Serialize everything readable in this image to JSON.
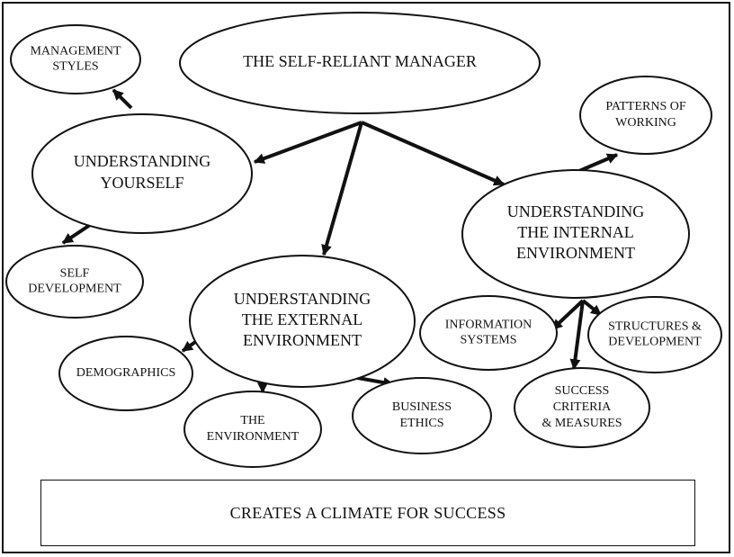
{
  "diagram": {
    "nodes": {
      "root": [
        "THE SELF-RELIANT MANAGER"
      ],
      "yourself": [
        "UNDERSTANDING",
        "YOURSELF"
      ],
      "external": [
        "UNDERSTANDING",
        "THE EXTERNAL",
        "ENVIRONMENT"
      ],
      "internal": [
        "UNDERSTANDING",
        "THE INTERNAL",
        "ENVIRONMENT"
      ],
      "management_styles": [
        "MANAGEMENT",
        "STYLES"
      ],
      "self_development": [
        "SELF",
        "DEVELOPMENT"
      ],
      "demographics": [
        "DEMOGRAPHICS"
      ],
      "the_environment": [
        "THE",
        "ENVIRONMENT"
      ],
      "business_ethics": [
        "BUSINESS",
        "ETHICS"
      ],
      "patterns_of_working": [
        "PATTERNS OF",
        "WORKING"
      ],
      "information_systems": [
        "INFORMATION",
        "SYSTEMS"
      ],
      "structures_development": [
        "STRUCTURES &",
        "DEVELOPMENT"
      ],
      "success_criteria": [
        "SUCCESS",
        "CRITERIA",
        "& MEASURES"
      ]
    },
    "edges": [
      [
        "root",
        "yourself"
      ],
      [
        "root",
        "external"
      ],
      [
        "root",
        "internal"
      ],
      [
        "yourself",
        "management_styles"
      ],
      [
        "yourself",
        "self_development"
      ],
      [
        "external",
        "demographics"
      ],
      [
        "external",
        "the_environment"
      ],
      [
        "external",
        "business_ethics"
      ],
      [
        "internal",
        "patterns_of_working"
      ],
      [
        "internal",
        "information_systems"
      ],
      [
        "internal",
        "structures_development"
      ],
      [
        "internal",
        "success_criteria"
      ]
    ],
    "footer": "CREATES A CLIMATE FOR SUCCESS"
  }
}
